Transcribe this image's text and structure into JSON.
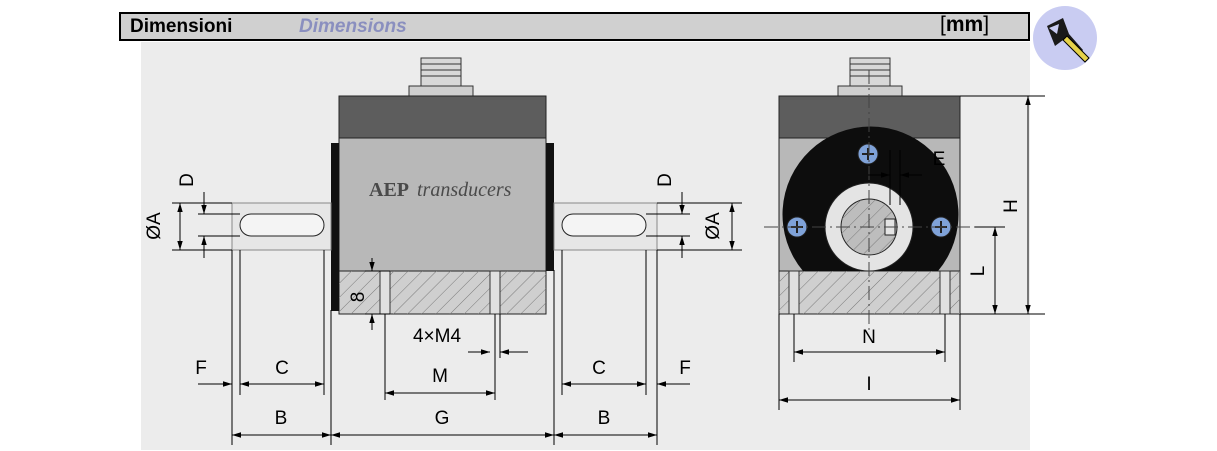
{
  "header": {
    "title": "Dimensioni",
    "subtitle": "Dimensions",
    "unit_open": "[",
    "unit": "mm",
    "unit_close": "]",
    "icon": "caliper-icon"
  },
  "labels": {
    "brand_a": "AEP",
    "brand_b": "transducers",
    "dia_a_left": "ØA",
    "dia_a_right": "ØA",
    "d_left": "D",
    "d_right": "D",
    "eight": "8",
    "thread": "4×M4",
    "m": "M",
    "g": "G",
    "b_left": "B",
    "b_right": "B",
    "c_left": "C",
    "c_right": "C",
    "f_left": "F",
    "f_right": "F",
    "e": "E",
    "h": "H",
    "l": "L",
    "n": "N",
    "i": "I"
  },
  "colors": {
    "header_bg": "#d0d0d0",
    "subtitle": "#8a8fbf",
    "badge": "#c9ccf2",
    "top_cap": "#5d5d5d",
    "body": "#b8b8b8",
    "shaft": "#e6e6e6",
    "face": "#0d0d0d",
    "screw": "#7fa2d8"
  }
}
